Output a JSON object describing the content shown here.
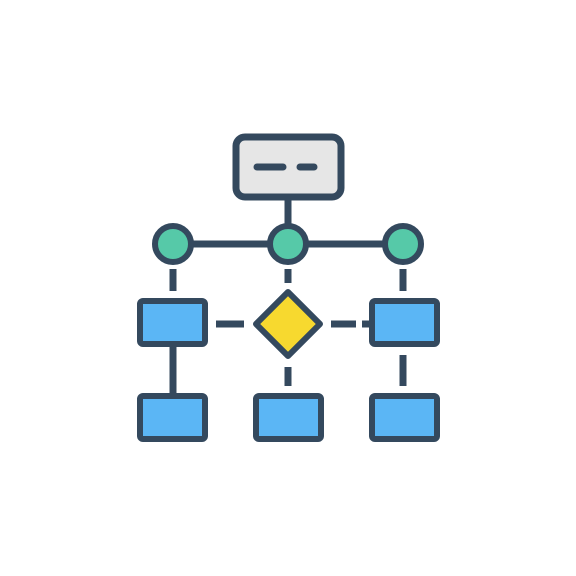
{
  "colors": {
    "background": "#ffffff",
    "outline": "#34495e",
    "top_box_fill": "#e6e6e6",
    "node_fill": "#56c9a8",
    "process_fill": "#5bb6f5",
    "decision_fill": "#f7d92f"
  },
  "diagram": {
    "icon": "flowchart-icon",
    "nodes": [
      {
        "id": "start",
        "shape": "rounded-rectangle",
        "fill": "top_box_fill"
      },
      {
        "id": "connector-left",
        "shape": "circle",
        "fill": "node_fill"
      },
      {
        "id": "connector-center",
        "shape": "circle",
        "fill": "node_fill"
      },
      {
        "id": "connector-right",
        "shape": "circle",
        "fill": "node_fill"
      },
      {
        "id": "process-left",
        "shape": "rectangle",
        "fill": "process_fill"
      },
      {
        "id": "decision",
        "shape": "diamond",
        "fill": "decision_fill"
      },
      {
        "id": "process-right",
        "shape": "rectangle",
        "fill": "process_fill"
      },
      {
        "id": "process-bottom-left",
        "shape": "rectangle",
        "fill": "process_fill"
      },
      {
        "id": "process-bottom-center",
        "shape": "rectangle",
        "fill": "process_fill"
      },
      {
        "id": "process-bottom-right",
        "shape": "rectangle",
        "fill": "process_fill"
      }
    ],
    "edges": [
      {
        "from": "start",
        "to": "connector-center",
        "style": "solid"
      },
      {
        "from": "connector-left",
        "to": "connector-center",
        "style": "solid"
      },
      {
        "from": "connector-center",
        "to": "connector-right",
        "style": "solid"
      },
      {
        "from": "connector-left",
        "to": "process-left",
        "style": "dashed"
      },
      {
        "from": "connector-center",
        "to": "decision",
        "style": "dashed"
      },
      {
        "from": "connector-right",
        "to": "process-right",
        "style": "dashed"
      },
      {
        "from": "process-left",
        "to": "decision",
        "style": "dashed"
      },
      {
        "from": "decision",
        "to": "process-right",
        "style": "dashed"
      },
      {
        "from": "process-left",
        "to": "process-bottom-left",
        "style": "solid"
      },
      {
        "from": "decision",
        "to": "process-bottom-center",
        "style": "dashed"
      },
      {
        "from": "process-right",
        "to": "process-bottom-right",
        "style": "dashed"
      }
    ]
  }
}
